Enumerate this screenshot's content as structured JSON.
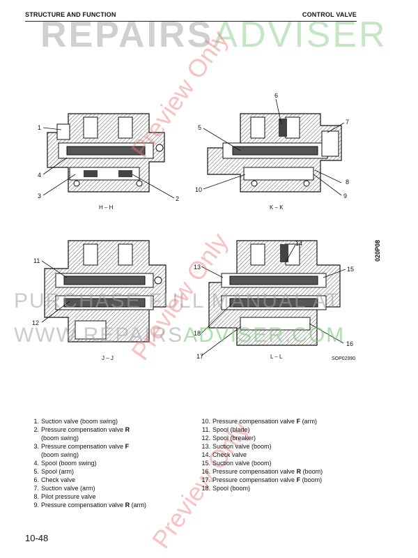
{
  "header": {
    "left_title": "STRUCTURE AND FUNCTION",
    "right_title": "CONTROL VALVE"
  },
  "watermarks": {
    "top_a": "REPAIRS",
    "top_b": "ADVISER",
    "mid_line": "PURCHASE FULL MANUAL AT",
    "url_a": "WWW.REPAIRS",
    "url_b": "ADVISER.COM",
    "diagonal": "Preview Only"
  },
  "diagram": {
    "sections": [
      "H – H",
      "K – K",
      "J – J",
      "L – L"
    ],
    "callouts": [
      "1",
      "2",
      "3",
      "4",
      "5",
      "6",
      "7",
      "8",
      "9",
      "10",
      "11",
      "12",
      "13",
      "14",
      "15",
      "16",
      "17",
      "18"
    ],
    "side_code": "020P08",
    "ref_code": "SOP02990"
  },
  "legend": {
    "left": [
      {
        "n": "1.",
        "pre": "Suction valve (boom swing)",
        "b": "",
        "post": ""
      },
      {
        "n": "2.",
        "pre": "Pressure compensation valve ",
        "b": "R",
        "post": ""
      },
      {
        "n": "",
        "pre": "(boom swing)",
        "b": "",
        "post": ""
      },
      {
        "n": "3.",
        "pre": "Pressure compensation valve ",
        "b": "F",
        "post": ""
      },
      {
        "n": "",
        "pre": "(boom swing)",
        "b": "",
        "post": ""
      },
      {
        "n": "4.",
        "pre": "Spool (boom swing)",
        "b": "",
        "post": ""
      },
      {
        "n": "5.",
        "pre": "Spool (arm)",
        "b": "",
        "post": ""
      },
      {
        "n": "6.",
        "pre": "Check valve",
        "b": "",
        "post": ""
      },
      {
        "n": "7.",
        "pre": "Suction valve (arm)",
        "b": "",
        "post": ""
      },
      {
        "n": "8.",
        "pre": "Pilot pressure valve",
        "b": "",
        "post": ""
      },
      {
        "n": "9.",
        "pre": "Pressure compensation valve ",
        "b": "R",
        "post": " (arm)"
      }
    ],
    "right": [
      {
        "n": "10.",
        "pre": "Pressure compensation valve ",
        "b": "F",
        "post": " (arm)"
      },
      {
        "n": "11.",
        "pre": "Spool (blade)",
        "b": "",
        "post": ""
      },
      {
        "n": "12.",
        "pre": "Spool (breaker)",
        "b": "",
        "post": ""
      },
      {
        "n": "13.",
        "pre": "Suction valve (boom)",
        "b": "",
        "post": ""
      },
      {
        "n": "14.",
        "pre": "Check valve",
        "b": "",
        "post": ""
      },
      {
        "n": "15.",
        "pre": "Suction valve (boom)",
        "b": "",
        "post": ""
      },
      {
        "n": "16.",
        "pre": "Pressure compensation valve ",
        "b": "R",
        "post": " (boom)"
      },
      {
        "n": "17.",
        "pre": "Pressure compensation valve ",
        "b": "F",
        "post": " (boom)"
      },
      {
        "n": "18.",
        "pre": "Spool (boom)",
        "b": "",
        "post": ""
      }
    ]
  },
  "page": {
    "number": "10-48"
  }
}
